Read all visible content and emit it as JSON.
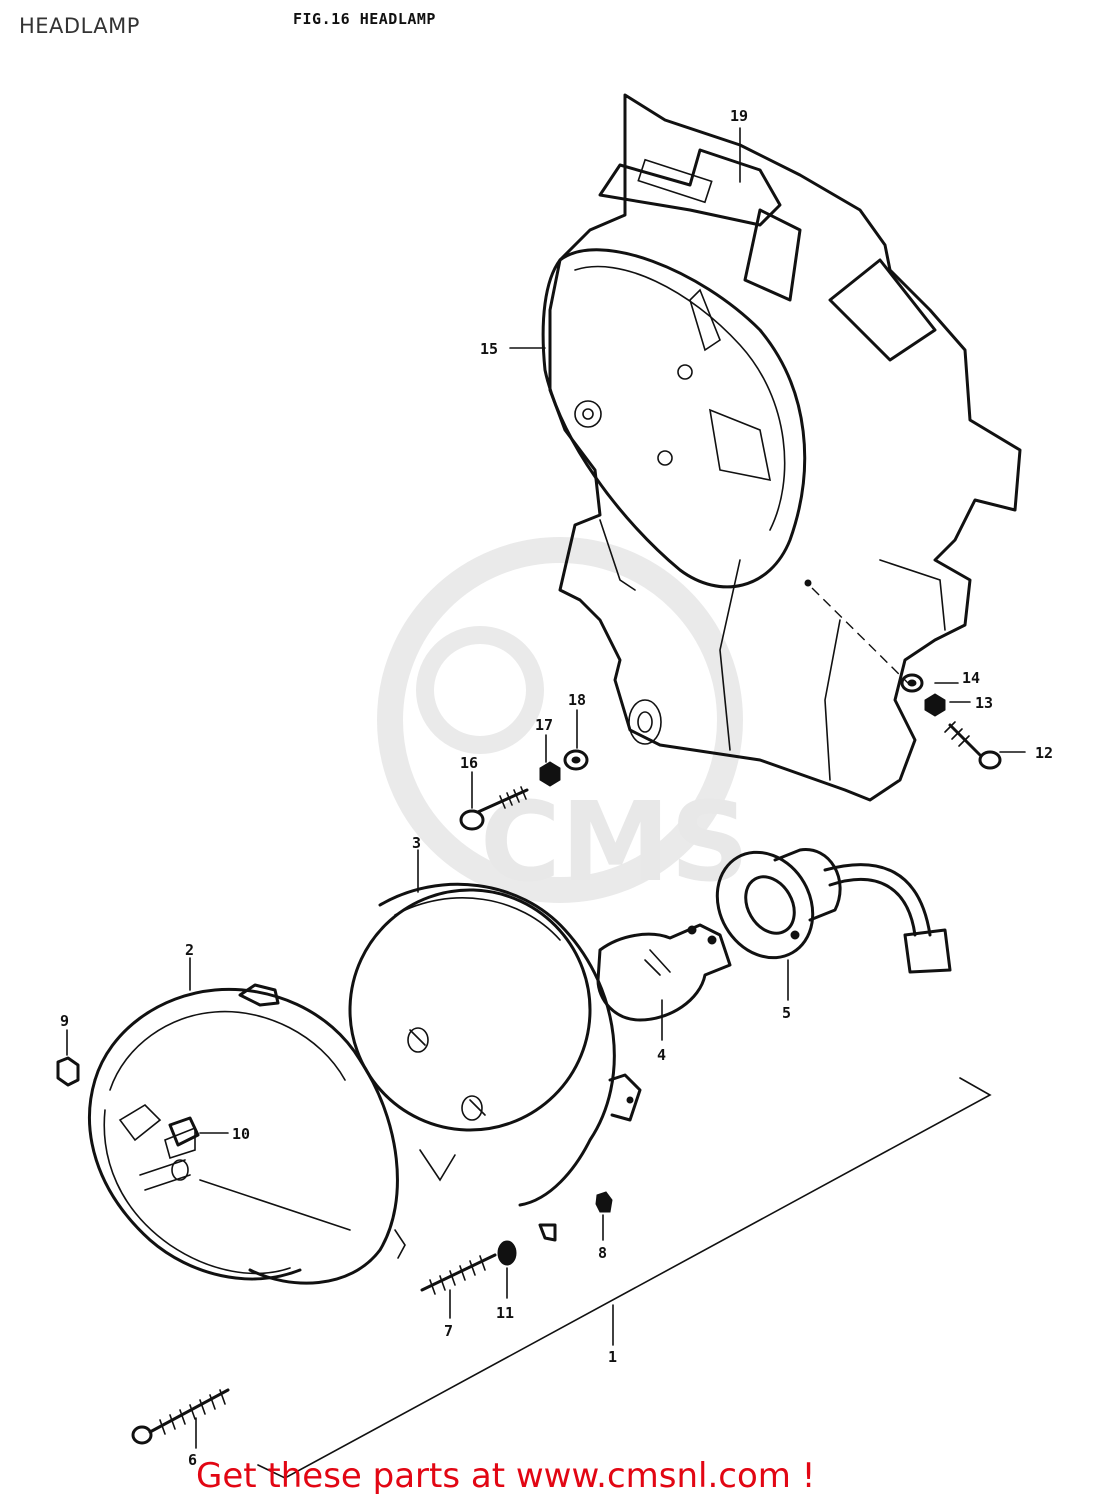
{
  "page_title": "HEADLAMP",
  "figure_title": "FIG.16  HEADLAMP",
  "watermark": "CMS",
  "footer_text": "Get these parts at www.cmsnl.com !",
  "accent_color": "#e20613",
  "callouts": [
    "1",
    "2",
    "3",
    "4",
    "5",
    "6",
    "7",
    "8",
    "9",
    "10",
    "11",
    "12",
    "13",
    "14",
    "15",
    "16",
    "17",
    "18",
    "19"
  ]
}
